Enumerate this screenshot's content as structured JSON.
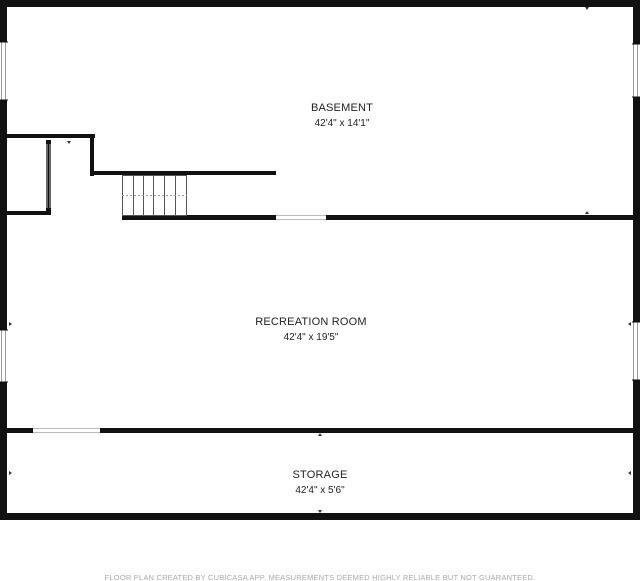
{
  "rooms": [
    {
      "name": "BASEMENT",
      "dimensions": "42'4\" x 14'1\""
    },
    {
      "name": "RECREATION ROOM",
      "dimensions": "42'4\" x 19'5\""
    },
    {
      "name": "STORAGE",
      "dimensions": "42'4\" x 5'6\""
    }
  ],
  "footer": "FLOOR PLAN CREATED BY CUBICASA APP. MEASUREMENTS DEEMED HIGHLY RELIABLE BUT NOT GUARANTEED.",
  "colors": {
    "wall": "#111111",
    "window": "#9a9a9a",
    "background": "#ffffff",
    "footer_text": "#a9a9a9"
  }
}
